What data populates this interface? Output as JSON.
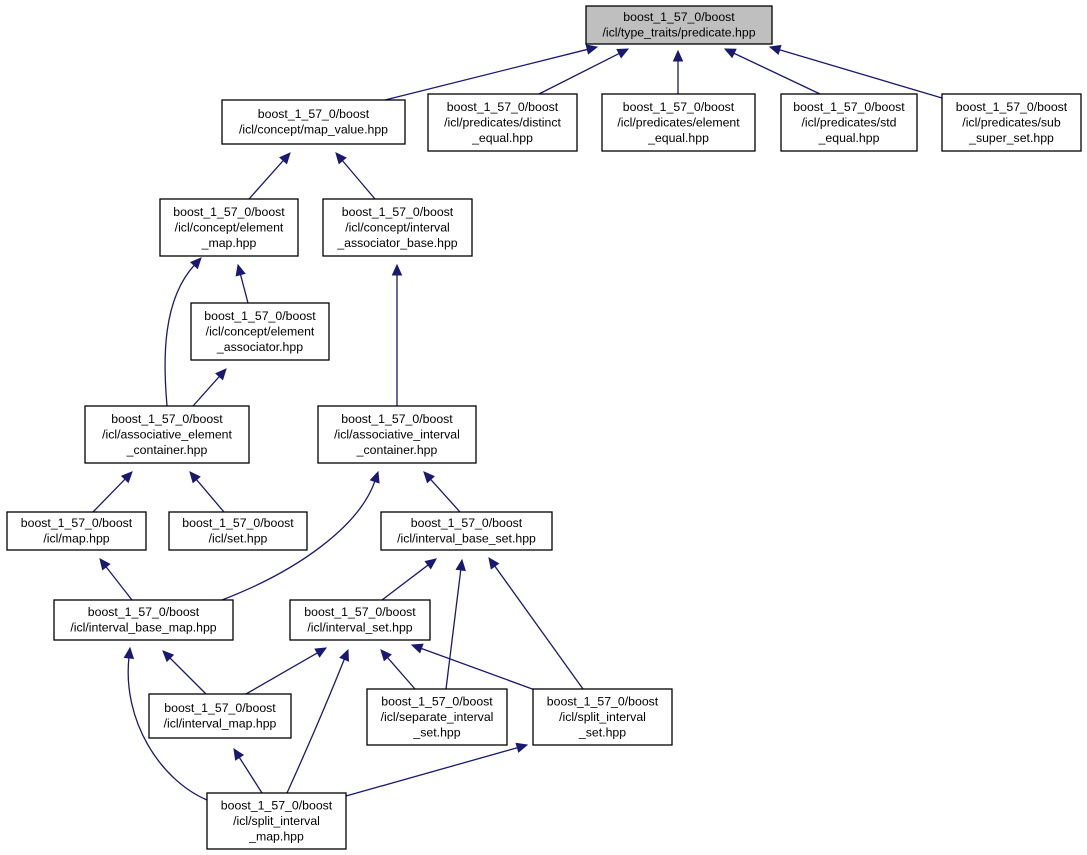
{
  "graph": {
    "nodes": [
      {
        "id": "n_predicate",
        "root": true,
        "lines": [
          "boost_1_57_0/boost",
          "/icl/type_traits/predicate.hpp"
        ]
      },
      {
        "id": "n_map_value",
        "lines": [
          "boost_1_57_0/boost",
          "/icl/concept/map_value.hpp"
        ]
      },
      {
        "id": "n_distinct_equal",
        "lines": [
          "boost_1_57_0/boost",
          "/icl/predicates/distinct",
          "_equal.hpp"
        ]
      },
      {
        "id": "n_element_equal",
        "lines": [
          "boost_1_57_0/boost",
          "/icl/predicates/element",
          "_equal.hpp"
        ]
      },
      {
        "id": "n_std_equal",
        "lines": [
          "boost_1_57_0/boost",
          "/icl/predicates/std",
          "_equal.hpp"
        ]
      },
      {
        "id": "n_sub_super_set",
        "lines": [
          "boost_1_57_0/boost",
          "/icl/predicates/sub",
          "_super_set.hpp"
        ]
      },
      {
        "id": "n_element_map",
        "lines": [
          "boost_1_57_0/boost",
          "/icl/concept/element",
          "_map.hpp"
        ]
      },
      {
        "id": "n_interval_associator_base",
        "lines": [
          "boost_1_57_0/boost",
          "/icl/concept/interval",
          "_associator_base.hpp"
        ]
      },
      {
        "id": "n_element_associator",
        "lines": [
          "boost_1_57_0/boost",
          "/icl/concept/element",
          "_associator.hpp"
        ]
      },
      {
        "id": "n_assoc_element_container",
        "lines": [
          "boost_1_57_0/boost",
          "/icl/associative_element",
          "_container.hpp"
        ]
      },
      {
        "id": "n_assoc_interval_container",
        "lines": [
          "boost_1_57_0/boost",
          "/icl/associative_interval",
          "_container.hpp"
        ]
      },
      {
        "id": "n_map",
        "lines": [
          "boost_1_57_0/boost",
          "/icl/map.hpp"
        ]
      },
      {
        "id": "n_set",
        "lines": [
          "boost_1_57_0/boost",
          "/icl/set.hpp"
        ]
      },
      {
        "id": "n_interval_base_set",
        "lines": [
          "boost_1_57_0/boost",
          "/icl/interval_base_set.hpp"
        ]
      },
      {
        "id": "n_interval_base_map",
        "lines": [
          "boost_1_57_0/boost",
          "/icl/interval_base_map.hpp"
        ]
      },
      {
        "id": "n_interval_set",
        "lines": [
          "boost_1_57_0/boost",
          "/icl/interval_set.hpp"
        ]
      },
      {
        "id": "n_interval_map",
        "lines": [
          "boost_1_57_0/boost",
          "/icl/interval_map.hpp"
        ]
      },
      {
        "id": "n_separate_interval_set",
        "lines": [
          "boost_1_57_0/boost",
          "/icl/separate_interval",
          "_set.hpp"
        ]
      },
      {
        "id": "n_split_interval_set",
        "lines": [
          "boost_1_57_0/boost",
          "/icl/split_interval",
          "_set.hpp"
        ]
      },
      {
        "id": "n_split_interval_map",
        "lines": [
          "boost_1_57_0/boost",
          "/icl/split_interval",
          "_map.hpp"
        ]
      }
    ],
    "edges": [
      {
        "from": "n_map_value",
        "to": "n_predicate"
      },
      {
        "from": "n_distinct_equal",
        "to": "n_predicate"
      },
      {
        "from": "n_element_equal",
        "to": "n_predicate"
      },
      {
        "from": "n_std_equal",
        "to": "n_predicate"
      },
      {
        "from": "n_sub_super_set",
        "to": "n_predicate"
      },
      {
        "from": "n_element_map",
        "to": "n_map_value"
      },
      {
        "from": "n_interval_associator_base",
        "to": "n_map_value"
      },
      {
        "from": "n_element_associator",
        "to": "n_element_map"
      },
      {
        "from": "n_assoc_element_container",
        "to": "n_element_map"
      },
      {
        "from": "n_assoc_element_container",
        "to": "n_element_associator"
      },
      {
        "from": "n_assoc_interval_container",
        "to": "n_interval_associator_base"
      },
      {
        "from": "n_map",
        "to": "n_assoc_element_container"
      },
      {
        "from": "n_set",
        "to": "n_assoc_element_container"
      },
      {
        "from": "n_interval_base_map",
        "to": "n_assoc_interval_container"
      },
      {
        "from": "n_interval_base_set",
        "to": "n_assoc_interval_container"
      },
      {
        "from": "n_interval_base_map",
        "to": "n_map"
      },
      {
        "from": "n_interval_set",
        "to": "n_interval_base_set"
      },
      {
        "from": "n_separate_interval_set",
        "to": "n_interval_base_set"
      },
      {
        "from": "n_split_interval_set",
        "to": "n_interval_base_set"
      },
      {
        "from": "n_interval_map",
        "to": "n_interval_base_map"
      },
      {
        "from": "n_split_interval_map",
        "to": "n_interval_base_map"
      },
      {
        "from": "n_interval_map",
        "to": "n_interval_set"
      },
      {
        "from": "n_split_interval_map",
        "to": "n_interval_set"
      },
      {
        "from": "n_separate_interval_set",
        "to": "n_interval_set"
      },
      {
        "from": "n_split_interval_set",
        "to": "n_interval_set"
      },
      {
        "from": "n_split_interval_map",
        "to": "n_interval_map"
      },
      {
        "from": "n_split_interval_map",
        "to": "n_split_interval_set"
      }
    ]
  }
}
